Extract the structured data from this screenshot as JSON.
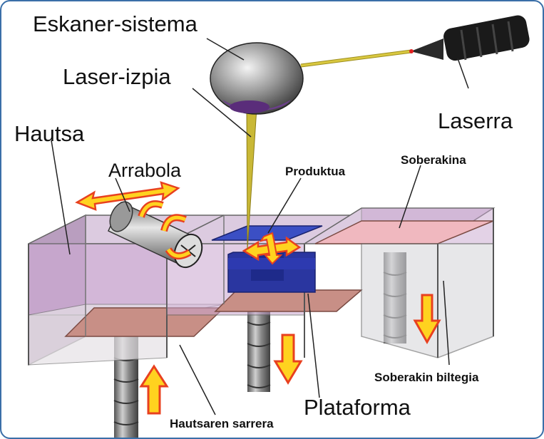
{
  "labels": {
    "scanner": "Eskaner-sistema",
    "laser_beam": "Laser-izpia",
    "laser": "Laserra",
    "powder": "Hautsa",
    "roller": "Arrabola",
    "product": "Produktua",
    "excess": "Soberakina",
    "excess_bin": "Soberakin biltegia",
    "platform": "Plataforma",
    "powder_inlet": "Hautsaren sarrera"
  },
  "colors": {
    "border": "#3a6fa8",
    "chamber": "#c9a6cf",
    "chamber_dark": "#a886b0",
    "powder_bed": "#c88f86",
    "product": "#2b3fa8",
    "beam": "#c9b836",
    "arrow_fill": "#ffd21f",
    "arrow_stroke": "#e8401f"
  },
  "motion": {
    "powder_piston": "up",
    "build_piston": "down",
    "excess_piston": "down"
  }
}
